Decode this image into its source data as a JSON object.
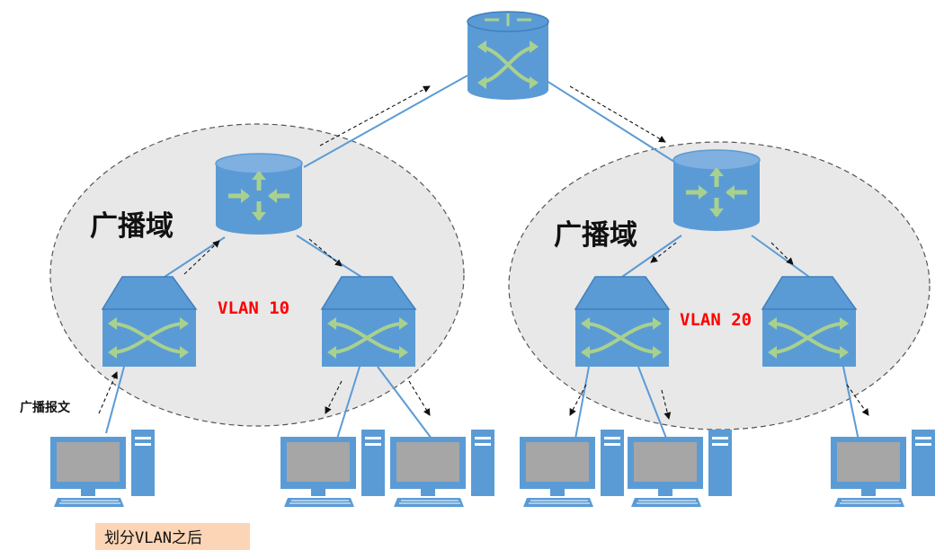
{
  "colors": {
    "device_blue": "#5b9bd5",
    "device_dark": "#3f7fbf",
    "device_light": "#a9cdef",
    "arrow_green": "#a9d18e",
    "link_blue": "#5b9bd5",
    "domain_fill": "#e8e8e8",
    "vlan_red": "#ff0000",
    "caption_bg": "#fbd5b5",
    "monitor_gray": "#a6a6a6"
  },
  "icons": {
    "core": "router-icon",
    "router": "router-icon",
    "switch": "switch-icon",
    "pc": "pc-icon"
  },
  "domains": [
    {
      "label": "广播域",
      "vlan": "VLAN 10"
    },
    {
      "label": "广播域",
      "vlan": "VLAN 20"
    }
  ],
  "packet_label": "广播报文",
  "caption": "划分VLAN之后"
}
